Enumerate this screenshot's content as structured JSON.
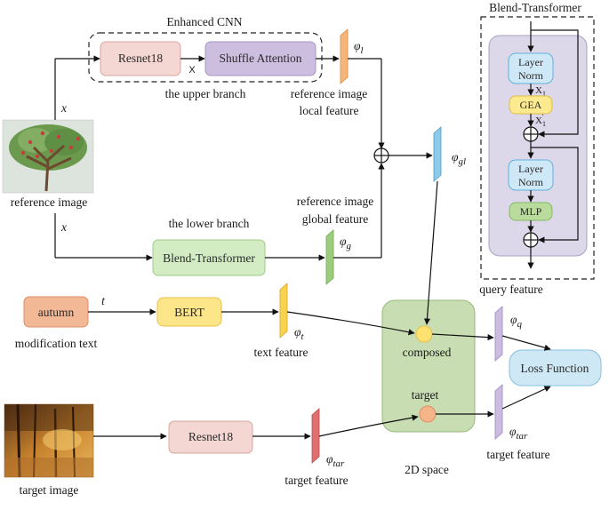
{
  "colors": {
    "resnet_fill": "#f4d6d2",
    "resnet_stroke": "#d9a6a0",
    "shuffle_fill": "#cdbedf",
    "shuffle_stroke": "#a794c2",
    "blend_fill": "#d3ecc4",
    "blend_stroke": "#9ccc84",
    "autumn_fill": "#f3b896",
    "autumn_stroke": "#de8e63",
    "bert_fill": "#fde58a",
    "bert_stroke": "#e8c247",
    "space_fill": "#c8ddb2",
    "space_stroke": "#99b97e",
    "loss_fill": "#cfe8f5",
    "loss_stroke": "#86c1de",
    "layernorm_fill": "#cfe8f7",
    "layernorm_stroke": "#5fb0dc",
    "gea_fill": "#fde98f",
    "mlp_fill": "#b9dc9c",
    "feature_orange": "#f6b57a",
    "feature_blue": "#8ccbea",
    "feature_green": "#9ccc7c",
    "feature_yellow": "#f9d24e",
    "feature_purple": "#cdbbe1",
    "feature_red": "#e07070",
    "composed_dot": "#fde272",
    "target_dot": "#f6b48a"
  },
  "enhanced_cnn": {
    "title": "Enhanced CNN",
    "resnet_label": "Resnet18",
    "mult_symbol": "X",
    "shuffle_label": "Shuffle Attention",
    "branch_label": "the upper branch"
  },
  "reference": {
    "image_label": "reference image",
    "x_upper": "x",
    "x_lower": "x",
    "phi_l": "φ",
    "phi_l_sub": "l",
    "local_label_1": "reference image",
    "local_label_2": "local feature",
    "phi_gl": "φ",
    "phi_gl_sub": "gl",
    "global_label_1": "reference image",
    "global_label_2": "global feature",
    "lower_branch_label": "the lower branch",
    "blend_label": "Blend-Transformer",
    "phi_g": "φ",
    "phi_g_sub": "g",
    "plus": "+"
  },
  "text": {
    "autumn_label": "autumn",
    "mod_label": "modification text",
    "t_symbol": "t",
    "bert_label": "BERT",
    "phi_t": "φ",
    "phi_t_sub": "t",
    "feature_label": "text feature"
  },
  "target": {
    "image_label": "target image",
    "resnet_label": "Resnet18",
    "phi_tar": "φ",
    "phi_tar_sub": "tar",
    "feature_label": "target feature"
  },
  "space": {
    "composed_label": "composed",
    "target_label": "target",
    "space_label": "2D space"
  },
  "query": {
    "phi_q": "φ",
    "phi_q_sub": "q",
    "feature_label": "query feature",
    "phi_tar": "φ",
    "phi_tar_sub": "tar",
    "target_feature_label": "target feature",
    "loss_label": "Loss Function"
  },
  "blend_transformer": {
    "title": "Blend-Transformer",
    "ln1_l1": "Layer",
    "ln1_l2": "Norm",
    "x1": "X",
    "x1_sub": "1",
    "gea_label": "GEA",
    "x1p": "X",
    "x1p_sub": "1",
    "x1p_prime": "'",
    "ln2_l1": "Layer",
    "ln2_l2": "Norm",
    "mlp_label": "MLP"
  }
}
